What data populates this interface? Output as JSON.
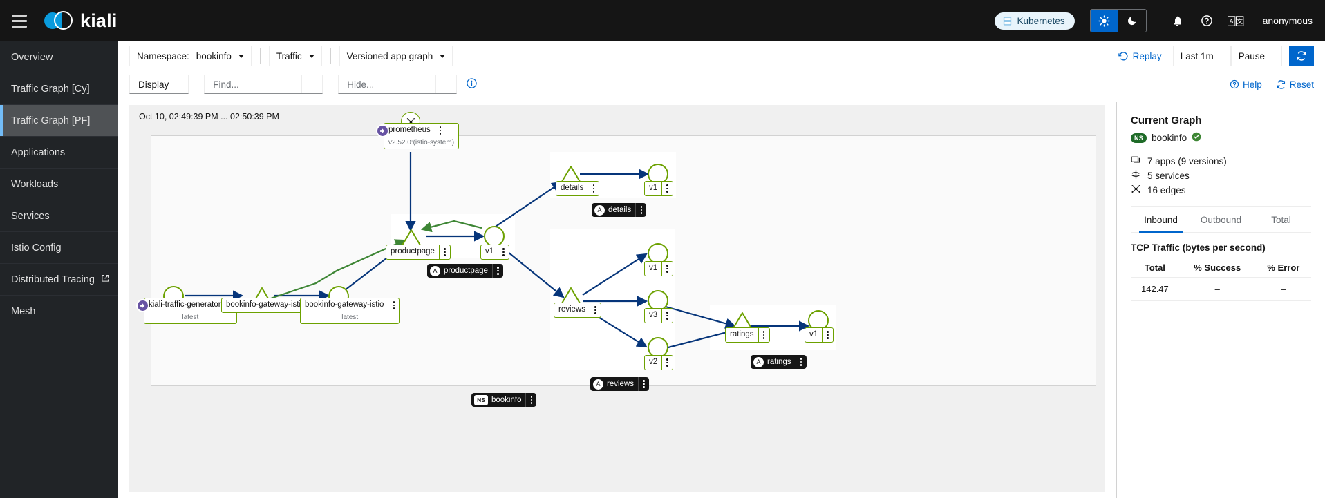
{
  "header": {
    "brand": "kiali",
    "menu_icon": "hamburger-icon",
    "cluster_badge": "Kubernetes",
    "theme_light": "sun-icon",
    "theme_dark": "moon-icon",
    "bell": "bell-icon",
    "help": "help-icon",
    "language": "language-icon",
    "user": "anonymous"
  },
  "sidebar": {
    "items": [
      {
        "label": "Overview",
        "active": false,
        "external": false
      },
      {
        "label": "Traffic Graph [Cy]",
        "active": false,
        "external": false
      },
      {
        "label": "Traffic Graph [PF]",
        "active": true,
        "external": false
      },
      {
        "label": "Applications",
        "active": false,
        "external": false
      },
      {
        "label": "Workloads",
        "active": false,
        "external": false
      },
      {
        "label": "Services",
        "active": false,
        "external": false
      },
      {
        "label": "Istio Config",
        "active": false,
        "external": false
      },
      {
        "label": "Distributed Tracing",
        "active": false,
        "external": true
      },
      {
        "label": "Mesh",
        "active": false,
        "external": false
      }
    ]
  },
  "toolbar": {
    "namespace_label": "Namespace:",
    "namespace_value": "bookinfo",
    "traffic_label": "Traffic",
    "graph_type": "Versioned app graph",
    "replay": "Replay",
    "duration": "Last 1m",
    "refresh_mode": "Pause",
    "refresh_icon": "refresh-icon",
    "display": "Display",
    "find_placeholder": "Find...",
    "hide_placeholder": "Hide...",
    "info_icon": "info-icon",
    "help_link": "Help",
    "reset_link": "Reset"
  },
  "graph": {
    "timestamp": "Oct 10, 02:49:39 PM ... 02:50:39 PM",
    "namespace_badge": {
      "chip": "NS",
      "label": "bookinfo"
    },
    "app_groups": [
      {
        "chip": "A",
        "label": "productpage"
      },
      {
        "chip": "A",
        "label": "details"
      },
      {
        "chip": "A",
        "label": "reviews"
      },
      {
        "chip": "A",
        "label": "ratings"
      }
    ],
    "nodes": [
      {
        "name": "prometheus",
        "sub": "v2.52.0:(istio-system)",
        "kind": "box",
        "badge": "outside-namespace"
      },
      {
        "name": "productpage",
        "kind": "service"
      },
      {
        "name": "v1",
        "kind": "version",
        "app": "productpage"
      },
      {
        "name": "details",
        "kind": "service"
      },
      {
        "name": "v1",
        "kind": "version",
        "app": "details"
      },
      {
        "name": "reviews",
        "kind": "service"
      },
      {
        "name": "v1",
        "kind": "version",
        "app": "reviews"
      },
      {
        "name": "v3",
        "kind": "version",
        "app": "reviews"
      },
      {
        "name": "v2",
        "kind": "version",
        "app": "reviews"
      },
      {
        "name": "ratings",
        "kind": "service"
      },
      {
        "name": "v1",
        "kind": "version",
        "app": "ratings"
      },
      {
        "name": "kiali-traffic-generator",
        "sub": "latest",
        "kind": "box",
        "badge": "outside-namespace"
      },
      {
        "name": "bookinfo-gateway-istio",
        "kind": "box"
      },
      {
        "name": "bookinfo-gateway-istio",
        "sub": "latest",
        "kind": "box"
      }
    ]
  },
  "side_panel": {
    "title": "Current Graph",
    "namespace_chip": "NS",
    "namespace": "bookinfo",
    "health_icon": "check-circle-icon",
    "stats": [
      {
        "icon": "apps-icon",
        "text": "7 apps (9 versions)"
      },
      {
        "icon": "services-icon",
        "text": "5 services"
      },
      {
        "icon": "edges-icon",
        "text": "16 edges"
      }
    ],
    "tabs": [
      {
        "label": "Inbound",
        "active": true
      },
      {
        "label": "Outbound",
        "active": false
      },
      {
        "label": "Total",
        "active": false
      }
    ],
    "section_title": "TCP Traffic (bytes per second)",
    "table": {
      "headers": [
        "Total",
        "% Success",
        "% Error"
      ],
      "rows": [
        [
          "142.47",
          "–",
          "–"
        ]
      ]
    }
  },
  "colors": {
    "accent_blue": "#0066cc",
    "node_green": "#6ca100",
    "edge_blue": "#06c",
    "edge_green": "#3e8635",
    "dark_bg": "#151515",
    "sidebar_bg": "#212427"
  }
}
